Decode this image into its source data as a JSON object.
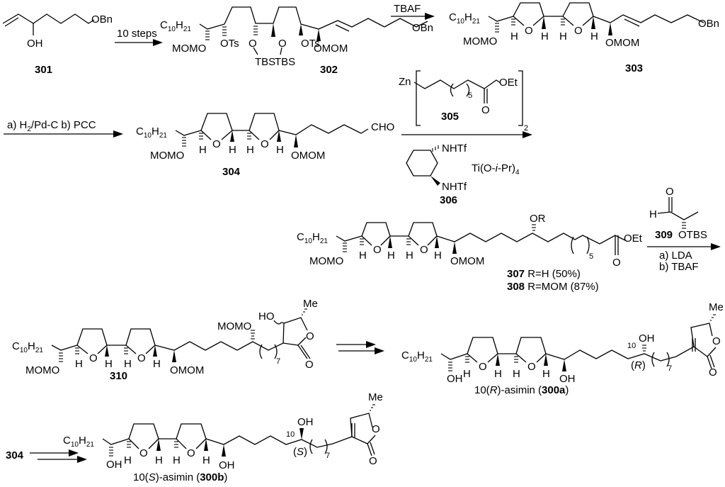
{
  "figure": {
    "type": "reaction-scheme",
    "subject": "Total synthesis of 10(R)- and 10(S)-asimin"
  },
  "compounds": {
    "c301": {
      "id": "301",
      "labels": {
        "OH": "OH",
        "OBn": "OBn"
      }
    },
    "c302": {
      "id": "302",
      "labels": {
        "R": "C10H21",
        "MOMO": "MOMO",
        "OTs": "OTs",
        "O": "O",
        "TBS": "TBS",
        "OMOM": "OMOM",
        "OBn": "OBn"
      }
    },
    "c303": {
      "id": "303",
      "labels": {
        "MOMO": "MOMO",
        "H": "H",
        "O": "O",
        "OMOM": "OMOM",
        "OBn": "OBn"
      }
    },
    "c304": {
      "id": "304",
      "labels": {
        "MOMO": "MOMO",
        "H": "H",
        "O": "O",
        "OMOM": "OMOM",
        "CHO": "CHO"
      }
    },
    "c305": {
      "id": "305",
      "labels": {
        "Zn": "Zn",
        "OEt": "OEt",
        "O": "O",
        "repeat": "5",
        "dimer": "2"
      }
    },
    "c306": {
      "id": "306",
      "labels": {
        "NHTf": "NHTf",
        "Ti_a": "Ti(O-",
        "Ti_i": "i",
        "Ti_b": "-Pr)",
        "Ti_n": "4"
      }
    },
    "c307": {
      "id": "307",
      "desc": "R=H (50%)"
    },
    "c308": {
      "id": "308",
      "desc": "R=MOM (87%)"
    },
    "c307_308": {
      "labels": {
        "OR": "OR",
        "OEt": "OEt",
        "O": "O",
        "repeat": "5",
        "MOMO": "MOMO",
        "OMOM": "OMOM",
        "H": "H"
      }
    },
    "c309": {
      "id": "309",
      "labels": {
        "O": "O",
        "H": "H",
        "OTBS": "OTBS"
      }
    },
    "c310": {
      "id": "310",
      "labels": {
        "MOMO_top": "MOMO",
        "HO": "HO",
        "Me": "Me",
        "O": "O",
        "repeat": "7",
        "MOMO": "MOMO",
        "OMOM": "OMOM",
        "H": "H"
      }
    },
    "c300a": {
      "id": "300a",
      "name_pre": "10(",
      "name_cfg": "R",
      "name_post": ")-asimin (",
      "name_close": ")",
      "locant": "10",
      "cfg_label": "R",
      "labels": {
        "OH": "OH",
        "Me": "Me",
        "O": "O",
        "repeat": "7",
        "H": "H"
      }
    },
    "c300b": {
      "id": "300b",
      "name_pre": "10(",
      "name_cfg": "S",
      "name_post": ")-asimin (",
      "name_close": ")",
      "locant": "10",
      "cfg_label": "S",
      "labels": {
        "OH": "OH",
        "Me": "Me",
        "O": "O",
        "repeat": "7",
        "H": "H"
      }
    }
  },
  "common": {
    "c10_C": "C",
    "c10_n": "10",
    "c10_H": "H",
    "c10_m": "21"
  },
  "steps": [
    {
      "id": "step1",
      "from": "301",
      "to": "302",
      "conditions": [
        "10 steps"
      ]
    },
    {
      "id": "step2",
      "from": "302",
      "to": "303",
      "conditions": [
        "TBAF"
      ]
    },
    {
      "id": "step3",
      "from": "303",
      "to": "304",
      "conditions": [
        "a) H2/Pd-C  b) PCC"
      ],
      "cond_parts": {
        "a": "a) H",
        "a_sub": "2",
        "a_rest": "/Pd-C  b) PCC"
      }
    },
    {
      "id": "step4",
      "from": "304",
      "to": "307/308",
      "conditions": [
        "305",
        "306 / Ti(O-i-Pr)4"
      ]
    },
    {
      "id": "step5",
      "from": "308",
      "to": "310",
      "conditions": [
        "309",
        "a) LDA",
        "b) TBAF"
      ]
    },
    {
      "id": "step6",
      "from": "310",
      "to": "300a",
      "conditions": [],
      "arrow": "multi-step"
    },
    {
      "id": "step7",
      "from": "304",
      "to": "300b",
      "conditions": [],
      "arrow": "multi-step"
    }
  ]
}
